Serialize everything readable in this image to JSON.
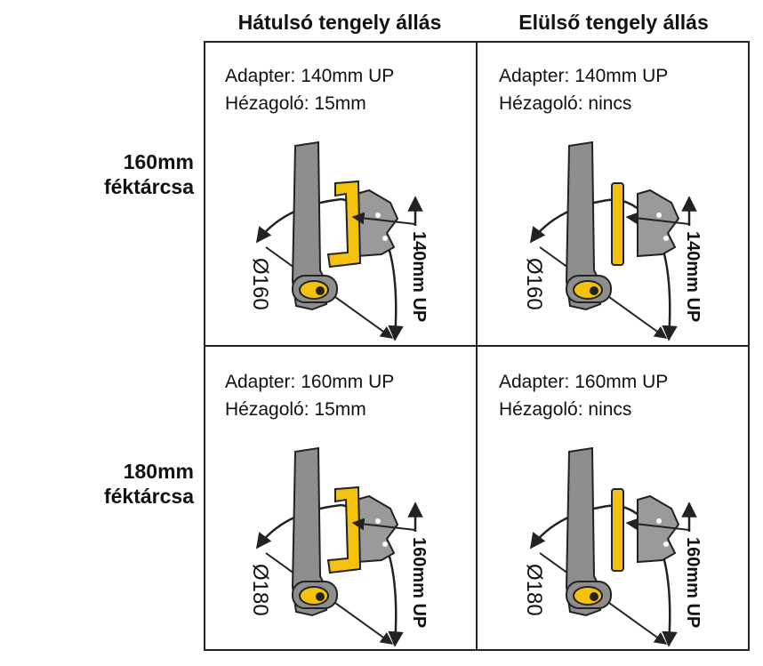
{
  "columns": {
    "rear": "Hátulsó tengely állás",
    "front": "Elülső tengely állás"
  },
  "rows": [
    {
      "line1": "160mm",
      "line2": "féktárcsa"
    },
    {
      "line1": "180mm",
      "line2": "féktárcsa"
    }
  ],
  "cells": [
    {
      "adapter": "Adapter: 140mm UP",
      "spacer": "Hézagoló: 15mm",
      "diameter": "Ø160",
      "up": "140mm UP"
    },
    {
      "adapter": "Adapter: 140mm UP",
      "spacer": "Hézagoló: nincs",
      "diameter": "Ø160",
      "up": "140mm UP"
    },
    {
      "adapter": "Adapter: 160mm UP",
      "spacer": "Hézagoló: 15mm",
      "diameter": "Ø180",
      "up": "160mm UP"
    },
    {
      "adapter": "Adapter: 160mm UP",
      "spacer": "Hézagoló: nincs",
      "diameter": "Ø180",
      "up": "160mm UP"
    }
  ],
  "colors": {
    "fork": "#8e8e8e",
    "adapter": "#f4c20d",
    "caliper": "#9a9a9a",
    "outline": "#222222"
  }
}
